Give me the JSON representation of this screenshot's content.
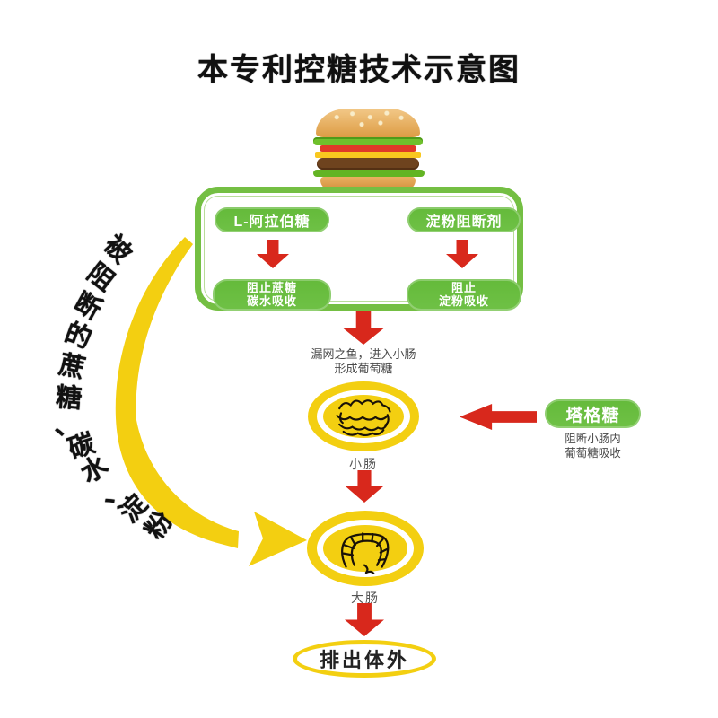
{
  "title": "本专利控糖技术示意图",
  "process_box": {
    "left_top_pill": "L-阿拉伯糖",
    "right_top_pill": "淀粉阻断剂",
    "left_bottom_pill_line1": "阻止蔗糖",
    "left_bottom_pill_line2": "碳水吸收",
    "right_bottom_pill_line1": "阻止",
    "right_bottom_pill_line2": "淀粉吸收"
  },
  "leak_note": {
    "line1": "漏网之鱼，进入小肠",
    "line2": "形成葡萄糖"
  },
  "small_intestine_label": "小肠",
  "tagatose": {
    "pill": "塔格糖",
    "note_line1": "阻断小肠内",
    "note_line2": "葡萄糖吸收"
  },
  "large_intestine_label": "大肠",
  "excretion_label": "排出体外",
  "curved_text": "被阻断的蔗糖、碳水、淀粉",
  "curved_chars": [
    "被",
    "阻",
    "断",
    "的",
    "蔗",
    "糖",
    "、",
    "碳",
    "水",
    "、",
    "淀",
    "粉"
  ],
  "colors": {
    "green": "#67b93f",
    "green_border": "#74bf43",
    "red": "#d8281c",
    "yellow": "#f3cf11",
    "text_dark": "#111111",
    "text_gray": "#4a4a4a"
  }
}
